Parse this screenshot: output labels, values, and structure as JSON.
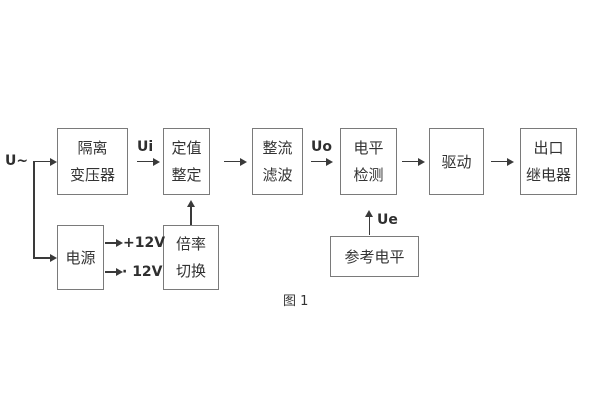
{
  "diagram": {
    "caption": "图 1",
    "boxes": {
      "isolation_transformer": {
        "line1": "隔离",
        "line2": "变压器"
      },
      "setpoint_setting": {
        "line1": "定值",
        "line2": "整定"
      },
      "rectifier_filter": {
        "line1": "整流",
        "line2": "滤波"
      },
      "level_detection": {
        "line1": "电平",
        "line2": "检测"
      },
      "drive": {
        "label": "驱动"
      },
      "output_relay": {
        "line1": "出口",
        "line2": "继电器"
      },
      "power_supply": {
        "label": "电源"
      },
      "ratio_switch": {
        "line1": "倍率",
        "line2": "切换"
      },
      "reference_level": {
        "label": "参考电平"
      }
    },
    "signals": {
      "input": "U~",
      "ui": "Ui",
      "uo": "Uo",
      "ue": "Ue",
      "plus12v": "+12V",
      "minus12v": "· 12V"
    },
    "colors": {
      "background": "#ffffff",
      "box_border": "#7a7a7a",
      "connector_line": "#3a3a3a",
      "text": "#333333"
    }
  }
}
